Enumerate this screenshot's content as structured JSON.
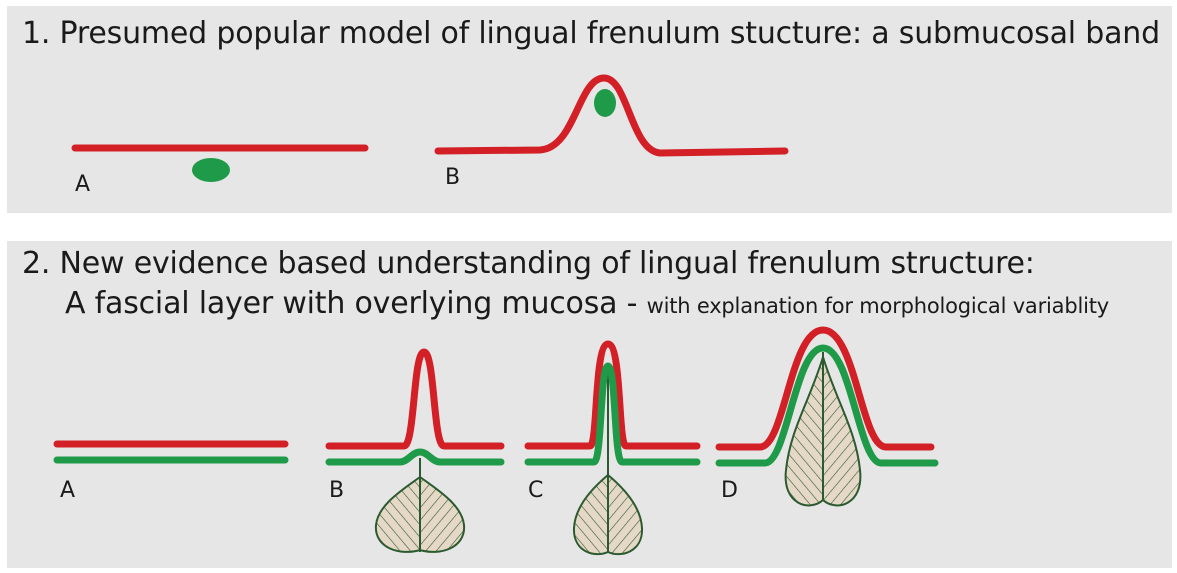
{
  "panel1": {
    "heading": "1. Presumed popular model of lingual frenulum stucture: a submucosal band",
    "labels": {
      "a": "A",
      "b": "B"
    }
  },
  "panel2": {
    "heading_line1": "2. New evidence based understanding of lingual frenulum structure:",
    "heading_line2_main": "A fascial layer with overlying mucosa - ",
    "heading_line2_small": "with explanation for morphological variablity",
    "labels": {
      "a": "A",
      "b": "B",
      "c": "C",
      "d": "D"
    }
  },
  "colors": {
    "mucosa": "#d32027",
    "fascia": "#1f9a48",
    "hatch_fill": "#e6d8c6",
    "hatch_line": "#2c5a30",
    "panel_bg": "#e6e6e6"
  }
}
